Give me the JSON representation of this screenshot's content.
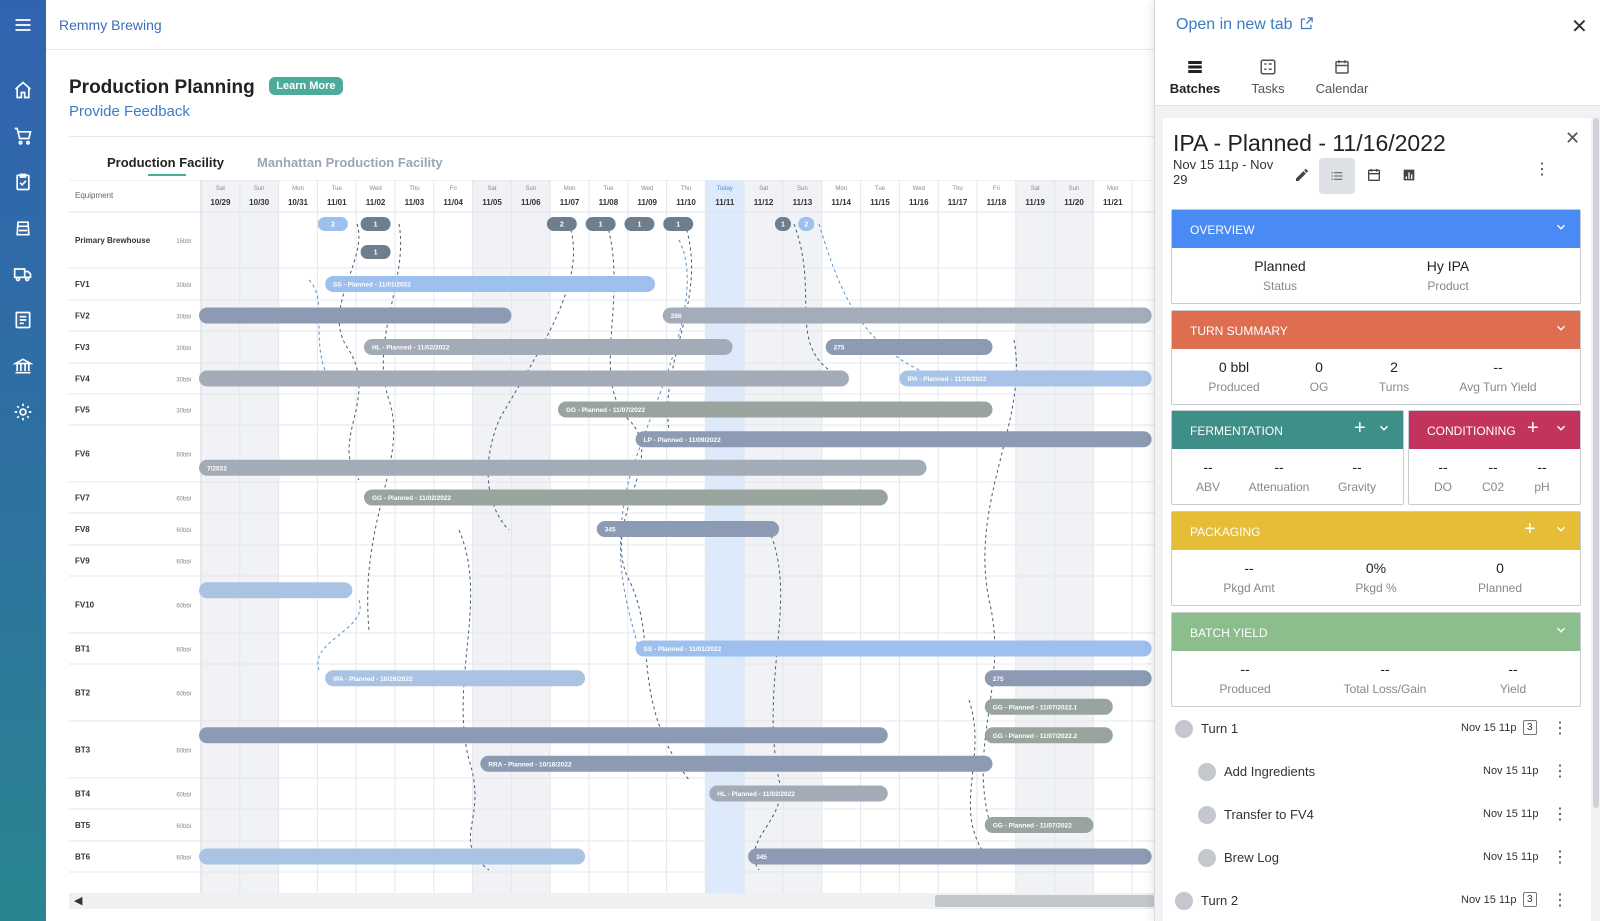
{
  "app": {
    "brand": "Remmy Brewing",
    "page_title": "Production Planning",
    "learn_more": "Learn More",
    "feedback": "Provide Feedback",
    "subtabs": [
      "Production Facility",
      "Manhattan Production Facility"
    ]
  },
  "nav_icons": [
    "menu-icon",
    "home-icon",
    "cart-icon",
    "clipboard-check-icon",
    "keg-icon",
    "truck-icon",
    "list-icon",
    "bank-icon",
    "gear-icon"
  ],
  "gantt": {
    "equipment_header": "Equipment",
    "days": [
      {
        "dow": "Sat",
        "date": "10/29"
      },
      {
        "dow": "Sun",
        "date": "10/30"
      },
      {
        "dow": "Mon",
        "date": "10/31"
      },
      {
        "dow": "Tue",
        "date": "11/01"
      },
      {
        "dow": "Wed",
        "date": "11/02"
      },
      {
        "dow": "Thu",
        "date": "11/03"
      },
      {
        "dow": "Fri",
        "date": "11/04"
      },
      {
        "dow": "Sat",
        "date": "11/05"
      },
      {
        "dow": "Sun",
        "date": "11/06"
      },
      {
        "dow": "Mon",
        "date": "11/07"
      },
      {
        "dow": "Tue",
        "date": "11/08"
      },
      {
        "dow": "Wed",
        "date": "11/09"
      },
      {
        "dow": "Thu",
        "date": "11/10"
      },
      {
        "dow": "Today",
        "date": "11/11"
      },
      {
        "dow": "Sat",
        "date": "11/12"
      },
      {
        "dow": "Sun",
        "date": "11/13"
      },
      {
        "dow": "Mon",
        "date": "11/14"
      },
      {
        "dow": "Tue",
        "date": "11/15"
      },
      {
        "dow": "Wed",
        "date": "11/16"
      },
      {
        "dow": "Thu",
        "date": "11/17"
      },
      {
        "dow": "Fri",
        "date": "11/18"
      },
      {
        "dow": "Sat",
        "date": "11/19"
      },
      {
        "dow": "Sun",
        "date": "11/20"
      },
      {
        "dow": "Mon",
        "date": "11/21"
      }
    ],
    "rows": [
      {
        "name": "Primary Brewhouse",
        "cap": "15bbl"
      },
      {
        "name": "FV1",
        "cap": "30bbl"
      },
      {
        "name": "FV2",
        "cap": "30bbl"
      },
      {
        "name": "FV3",
        "cap": "30bbl"
      },
      {
        "name": "FV4",
        "cap": "30bbl"
      },
      {
        "name": "FV5",
        "cap": "30bbl"
      },
      {
        "name": "FV6",
        "cap": "60bbl"
      },
      {
        "name": "FV7",
        "cap": "60bbl"
      },
      {
        "name": "FV8",
        "cap": "60bbl"
      },
      {
        "name": "FV9",
        "cap": "60bbl"
      },
      {
        "name": "FV10",
        "cap": "60bbl"
      },
      {
        "name": "BT1",
        "cap": "60bbl"
      },
      {
        "name": "BT2",
        "cap": "60bbl"
      },
      {
        "name": "BT3",
        "cap": "60bbl"
      },
      {
        "name": "BT4",
        "cap": "60bbl"
      },
      {
        "name": "BT5",
        "cap": "60bbl"
      },
      {
        "name": "BT6",
        "cap": "60bbl"
      }
    ],
    "brew_pills": [
      {
        "label": "2",
        "day": 3.4,
        "lane": 0
      },
      {
        "label": "1",
        "day": 4.5,
        "lane": 0
      },
      {
        "label": "1",
        "day": 4.5,
        "lane": 1
      },
      {
        "label": "2",
        "day": 9.3,
        "lane": 0
      },
      {
        "label": "1",
        "day": 10.3,
        "lane": 0
      },
      {
        "label": "1",
        "day": 11.3,
        "lane": 0
      },
      {
        "label": "1",
        "day": 12.3,
        "lane": 0
      },
      {
        "label": "1",
        "day": 15.0,
        "lane": 0
      },
      {
        "label": "2",
        "day": 15.6,
        "lane": 0
      }
    ],
    "bars": [
      {
        "row": 1,
        "start": 3.2,
        "end": 11.7,
        "label": "SS - Planned - 11/01/2022",
        "color": "#9ec0ef",
        "lane": 0
      },
      {
        "row": 2,
        "start": -0.2,
        "end": 8.0,
        "label": "",
        "color": "#8c9bb3",
        "lane": 0
      },
      {
        "row": 2,
        "start": 11.9,
        "end": 24.5,
        "label": "286",
        "color": "#a3acb8",
        "lane": 0
      },
      {
        "row": 3,
        "start": 4.2,
        "end": 13.7,
        "label": "HL - Planned - 11/02/2022",
        "color": "#a3abb6",
        "lane": 0
      },
      {
        "row": 3,
        "start": 16.1,
        "end": 20.4,
        "label": "275",
        "color": "#8c9bb3",
        "lane": 0
      },
      {
        "row": 4,
        "start": -0.2,
        "end": 16.7,
        "label": "",
        "color": "#a3abb6",
        "lane": 0
      },
      {
        "row": 4,
        "start": 18.0,
        "end": 24.5,
        "label": "IPA - Planned - 11/16/2022",
        "color": "#a9c3e8",
        "lane": 0
      },
      {
        "row": 5,
        "start": 9.2,
        "end": 20.4,
        "label": "GG - Planned - 11/07/2022",
        "color": "#9aa49e",
        "lane": 0
      },
      {
        "row": 6,
        "start": 11.2,
        "end": 24.5,
        "label": "LP - Planned - 11/09/2022",
        "color": "#8c9bb3",
        "lane": 0
      },
      {
        "row": 6,
        "start": -0.2,
        "end": 18.7,
        "label": "7/2022",
        "color": "#a3abb6",
        "lane": 1
      },
      {
        "row": 7,
        "start": 4.2,
        "end": 17.7,
        "label": "GG - Planned - 11/02/2022",
        "color": "#9aa49e",
        "lane": 0
      },
      {
        "row": 8,
        "start": 10.2,
        "end": 14.9,
        "label": "345",
        "color": "#8c9bb3",
        "lane": 0
      },
      {
        "row": 10,
        "start": -0.2,
        "end": 3.9,
        "label": "",
        "color": "#aac3e3",
        "lane": 0
      },
      {
        "row": 11,
        "start": 11.2,
        "end": 24.5,
        "label": "SS - Planned - 11/01/2022",
        "color": "#9ec0ef",
        "lane": 0
      },
      {
        "row": 12,
        "start": 3.2,
        "end": 9.9,
        "label": "IPA - Planned - 10/26/2022",
        "color": "#aac3e3",
        "lane": 0
      },
      {
        "row": 12,
        "start": 20.2,
        "end": 24.5,
        "label": "275",
        "color": "#8c9bb3",
        "lane": 0
      },
      {
        "row": 12,
        "start": 20.2,
        "end": 23.5,
        "label": "GG - Planned - 11/07/2022.1",
        "color": "#9aa49e",
        "lane": 1
      },
      {
        "row": 13,
        "start": -0.2,
        "end": 17.7,
        "label": "",
        "color": "#8c9bb3",
        "lane": 0
      },
      {
        "row": 13,
        "start": 20.2,
        "end": 23.5,
        "label": "GG - Planned - 11/07/2022.2",
        "color": "#9aa49e",
        "lane": 0
      },
      {
        "row": 13,
        "start": 7.2,
        "end": 20.4,
        "label": "RRA - Planned - 10/18/2022",
        "color": "#8c9bb3",
        "lane": 1
      },
      {
        "row": 14,
        "start": 13.1,
        "end": 17.7,
        "label": "HL - Planned - 11/02/2022",
        "color": "#a3abb6",
        "lane": 0
      },
      {
        "row": 15,
        "start": 20.2,
        "end": 23.0,
        "label": "GG - Planned - 11/07/2022",
        "color": "#9aa49e",
        "lane": 0
      },
      {
        "row": 16,
        "start": -0.2,
        "end": 9.9,
        "label": "",
        "color": "#aac3e3",
        "lane": 0
      },
      {
        "row": 16,
        "start": 14.1,
        "end": 24.5,
        "label": "345",
        "color": "#8c9bb3",
        "lane": 0
      }
    ]
  },
  "panel": {
    "open_new_tab": "Open in new tab",
    "tabs": [
      "Batches",
      "Tasks",
      "Calendar"
    ],
    "title": "IPA - Planned - 11/16/2022",
    "date_range": "Nov 15 11p - Nov 29",
    "overview": {
      "label": "OVERVIEW",
      "color": "#4a8af4",
      "stats": [
        {
          "v": "Planned",
          "k": "Status"
        },
        {
          "v": "Hy IPA",
          "k": "Product"
        }
      ]
    },
    "turn_summary": {
      "label": "TURN SUMMARY",
      "color": "#df6d4f",
      "stats": [
        {
          "v": "0 bbl",
          "k": "Produced"
        },
        {
          "v": "0",
          "k": "OG"
        },
        {
          "v": "2",
          "k": "Turns"
        },
        {
          "v": "--",
          "k": "Avg Turn Yield"
        }
      ]
    },
    "fermentation": {
      "label": "FERMENTATION",
      "color": "#3d8f87",
      "stats": [
        {
          "v": "--",
          "k": "ABV"
        },
        {
          "v": "--",
          "k": "Attenuation"
        },
        {
          "v": "--",
          "k": "Gravity"
        }
      ]
    },
    "conditioning": {
      "label": "CONDITIONING",
      "color": "#c3345d",
      "stats": [
        {
          "v": "--",
          "k": "DO"
        },
        {
          "v": "--",
          "k": "C02"
        },
        {
          "v": "--",
          "k": "pH"
        }
      ]
    },
    "packaging": {
      "label": "PACKAGING",
      "color": "#e5bd37",
      "stats": [
        {
          "v": "--",
          "k": "Pkgd Amt"
        },
        {
          "v": "0%",
          "k": "Pkgd %"
        },
        {
          "v": "0",
          "k": "Planned"
        }
      ]
    },
    "batch_yield": {
      "label": "BATCH YIELD",
      "color": "#8cbd8c",
      "stats": [
        {
          "v": "--",
          "k": "Produced"
        },
        {
          "v": "--",
          "k": "Total Loss/Gain"
        },
        {
          "v": "--",
          "k": "Yield"
        }
      ]
    },
    "turns": [
      {
        "name": "Turn 1",
        "time": "Nov 15 11p",
        "badge": "3",
        "indent": false
      },
      {
        "name": "Add Ingredients",
        "time": "Nov 15 11p",
        "badge": "",
        "indent": true
      },
      {
        "name": "Transfer to FV4",
        "time": "Nov 15 11p",
        "badge": "",
        "indent": true
      },
      {
        "name": "Brew Log",
        "time": "Nov 15 11p",
        "badge": "",
        "indent": true
      },
      {
        "name": "Turn 2",
        "time": "Nov 15 11p",
        "badge": "3",
        "indent": false
      }
    ]
  }
}
